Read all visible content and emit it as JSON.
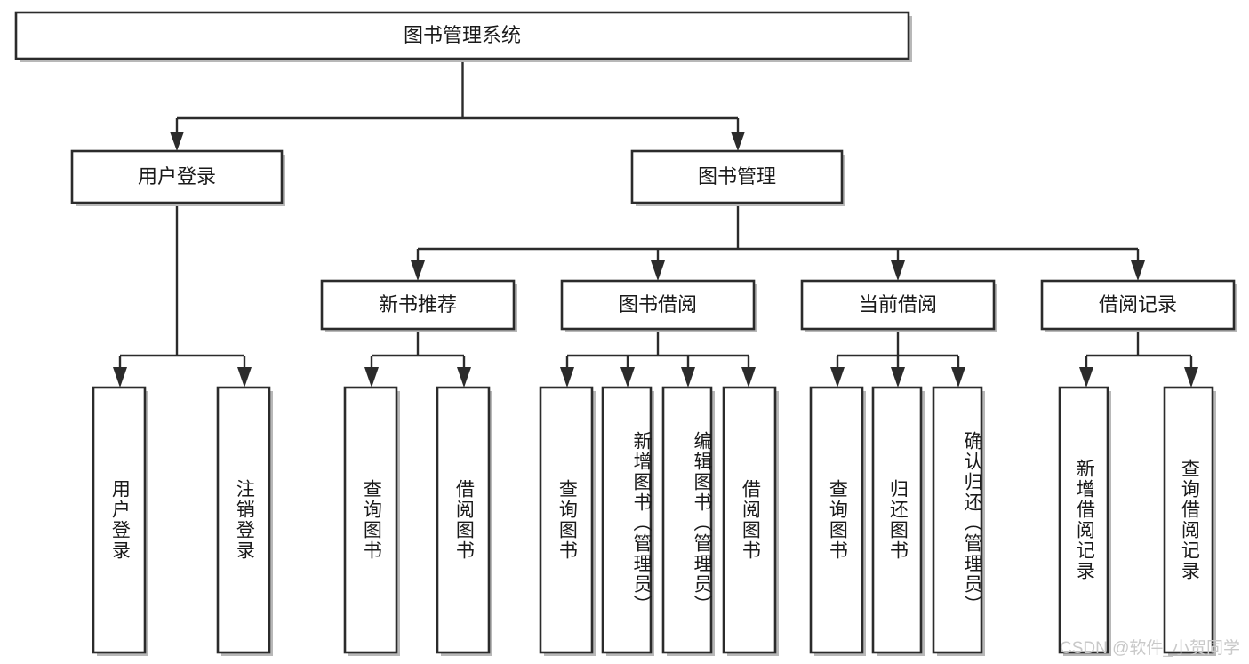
{
  "diagram": {
    "type": "tree-hierarchy",
    "title": "图书管理系统",
    "orientation": "top-down",
    "colors": {
      "box_stroke": "#2b2b2b",
      "box_fill": "#ffffff",
      "connector": "#2b2b2b",
      "text": "#1a1a1a",
      "watermark": "#c9c9c9",
      "background": "#ffffff"
    },
    "root": {
      "label": "图书管理系统"
    },
    "level2": [
      {
        "label": "用户登录"
      },
      {
        "label": "图书管理"
      }
    ],
    "level3": [
      {
        "label": "新书推荐"
      },
      {
        "label": "图书借阅"
      },
      {
        "label": "当前借阅"
      },
      {
        "label": "借阅记录"
      }
    ],
    "leaves": {
      "user_login": [
        {
          "label": "用户登录"
        },
        {
          "label": "注销登录"
        }
      ],
      "new_book_recommend": [
        {
          "label": "查询图书"
        },
        {
          "label": "借阅图书"
        }
      ],
      "book_borrow": [
        {
          "label": "查询图书"
        },
        {
          "label": "新增图书（管理员）"
        },
        {
          "label": "编辑图书（管理员）"
        },
        {
          "label": "借阅图书"
        }
      ],
      "current_borrow": [
        {
          "label": "查询图书"
        },
        {
          "label": "归还图书"
        },
        {
          "label": "确认归还（管理员）"
        }
      ],
      "borrow_record": [
        {
          "label": "新增借阅记录"
        },
        {
          "label": "查询借阅记录"
        }
      ]
    }
  },
  "watermark": {
    "text": "CSDN @软件_小贺同学"
  }
}
